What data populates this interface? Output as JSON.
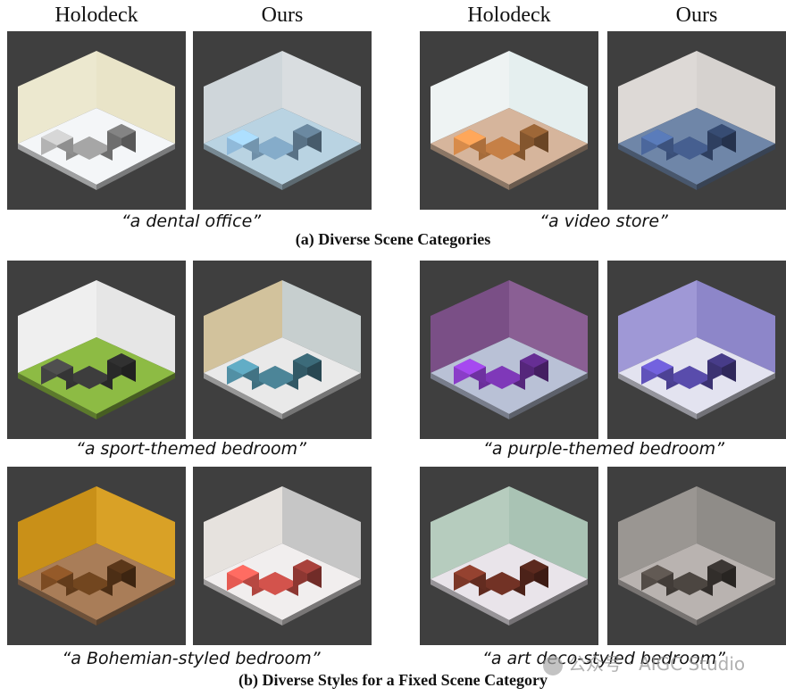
{
  "headers": {
    "left_holodeck": "Holodeck",
    "left_ours": "Ours",
    "right_holodeck": "Holodeck",
    "right_ours": "Ours"
  },
  "captions": {
    "row1_left": "“a dental office”",
    "row1_right": "“a video store”",
    "row2_left": "“a sport-themed bedroom”",
    "row2_right": "“a purple-themed bedroom”",
    "row3_left": "“a Bohemian-styled bedroom”",
    "row3_right": "“a art deco-styled bedroom”"
  },
  "subtitles": {
    "a": "(a) Diverse Scene Categories",
    "b": "(b) Diverse Styles for a Fixed Scene Category"
  },
  "watermark": "公众号 · AIGC Studio",
  "panels": [
    {
      "id": "dental-holodeck",
      "back": "#e9e4c8",
      "left": "#ece8cf",
      "floor": "#f4f6f8",
      "accent": "#8a8a8a"
    },
    {
      "id": "dental-ours",
      "back": "#d9dde0",
      "left": "#cfd6da",
      "floor": "#b9d3e2",
      "accent": "#6f8fa8"
    },
    {
      "id": "video-holodeck",
      "back": "#e5efef",
      "left": "#eef3f3",
      "floor": "#d6b59c",
      "accent": "#a56b3a"
    },
    {
      "id": "video-ours",
      "back": "#d6d2cf",
      "left": "#ddd9d6",
      "floor": "#6f86a8",
      "accent": "#3a4f78"
    },
    {
      "id": "sport-holodeck",
      "back": "#e6e6e6",
      "left": "#efefef",
      "floor": "#8dbb44",
      "accent": "#333333"
    },
    {
      "id": "sport-ours",
      "back": "#c7cfcf",
      "left": "#d2c29c",
      "floor": "#e9e9e9",
      "accent": "#3f6f7f"
    },
    {
      "id": "purple-holodeck",
      "back": "#8a5f94",
      "left": "#7a4f86",
      "floor": "#b9c1d6",
      "accent": "#6a2f9a"
    },
    {
      "id": "purple-ours",
      "back": "#8d86c9",
      "left": "#9f98d6",
      "floor": "#e3e3f0",
      "accent": "#4a3f8f"
    },
    {
      "id": "bohemian-holodeck",
      "back": "#d9a126",
      "left": "#c99018",
      "floor": "#a97d58",
      "accent": "#5f3a1a"
    },
    {
      "id": "bohemian-ours",
      "back": "#c6c6c6",
      "left": "#e6e2de",
      "floor": "#f1eeee",
      "accent": "#b0453f"
    },
    {
      "id": "artdeco-holodeck",
      "back": "#a9c3b4",
      "left": "#b6ccbe",
      "floor": "#e9e4ea",
      "accent": "#5f2a1f"
    },
    {
      "id": "artdeco-ours",
      "back": "#8f8c88",
      "left": "#9a9692",
      "floor": "#b9b3b0",
      "accent": "#3f3a36"
    }
  ]
}
